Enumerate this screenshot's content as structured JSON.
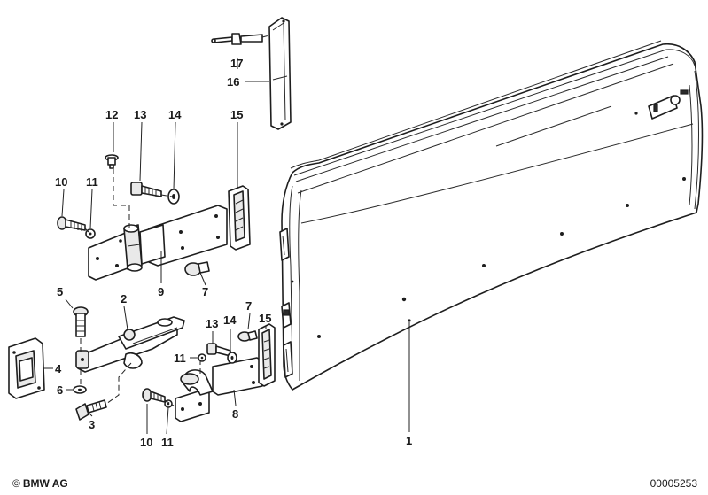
{
  "footer": {
    "copyright_symbol": "©",
    "brand": "BMW AG",
    "document_number": "00005253"
  },
  "callouts": [
    {
      "id": "c17",
      "label": "17"
    },
    {
      "id": "c16",
      "label": "16"
    },
    {
      "id": "c12",
      "label": "12"
    },
    {
      "id": "c13a",
      "label": "13"
    },
    {
      "id": "c14a",
      "label": "14"
    },
    {
      "id": "c15a",
      "label": "15"
    },
    {
      "id": "c10a",
      "label": "10"
    },
    {
      "id": "c11a",
      "label": "11"
    },
    {
      "id": "c9",
      "label": "9"
    },
    {
      "id": "c7a",
      "label": "7"
    },
    {
      "id": "c5",
      "label": "5"
    },
    {
      "id": "c2",
      "label": "2"
    },
    {
      "id": "c4",
      "label": "4"
    },
    {
      "id": "c6",
      "label": "6"
    },
    {
      "id": "c3",
      "label": "3"
    },
    {
      "id": "c13b",
      "label": "13"
    },
    {
      "id": "c14b",
      "label": "14"
    },
    {
      "id": "c7b",
      "label": "7"
    },
    {
      "id": "c15b",
      "label": "15"
    },
    {
      "id": "c11b",
      "label": "11"
    },
    {
      "id": "c10b",
      "label": "10"
    },
    {
      "id": "c11c",
      "label": "11"
    },
    {
      "id": "c8",
      "label": "8"
    },
    {
      "id": "c1",
      "label": "1"
    }
  ]
}
